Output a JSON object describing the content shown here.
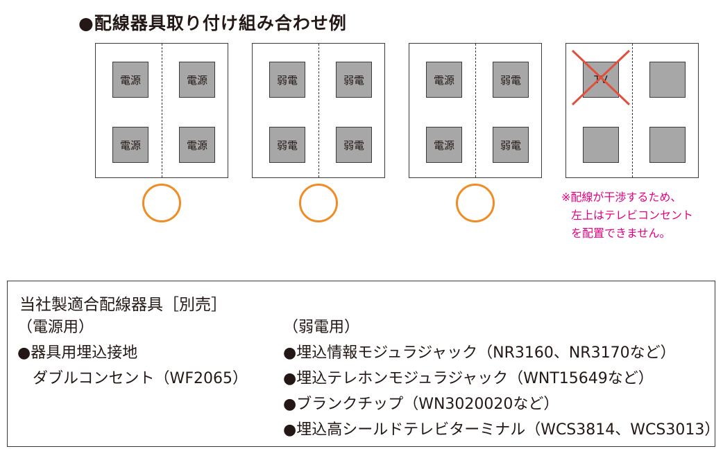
{
  "title": "●配線器具取り付け組み合わせ例",
  "combinations": [
    {
      "sockets": [
        "電源",
        "電源",
        "電源",
        "電源"
      ],
      "result": "ok"
    },
    {
      "sockets": [
        "弱電",
        "弱電",
        "弱電",
        "弱電"
      ],
      "result": "ok"
    },
    {
      "sockets": [
        "電源",
        "弱電",
        "電源",
        "弱電"
      ],
      "result": "ok"
    },
    {
      "sockets": [
        "TV",
        "",
        "",
        ""
      ],
      "result": "ng"
    }
  ],
  "colors": {
    "ok_circle": "#f08c23",
    "ng_cross": "#e0503c",
    "note_text": "#e4007f",
    "socket_fill": "#a7a7a7"
  },
  "note": {
    "lines": [
      "※配線が干渉するため、",
      "左上はテレビコンセント",
      "を配置できません。"
    ]
  },
  "info": {
    "heading": "当社製適合配線器具［別売］",
    "power": {
      "label": "（電源用）",
      "items": [
        "●器具用埋込接地",
        "ダブルコンセント（WF2065）"
      ]
    },
    "weak": {
      "label": "（弱電用）",
      "items": [
        "●埋込情報モジュラジャック（NR3160、NR3170など）",
        "●埋込テレホンモジュラジャック（WNT15649など）",
        "●ブランクチップ（WN3020020など）",
        "●埋込高シールドテレビターミナル（WCS3814、WCS3013）"
      ]
    }
  }
}
